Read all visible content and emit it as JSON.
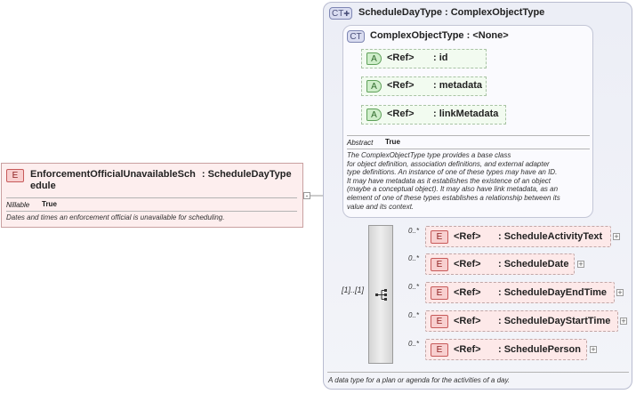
{
  "root_element": {
    "tag": "E",
    "name_line1": "EnforcementOfficialUnavailableSch",
    "name_line2": "edule",
    "type": ": ScheduleDayType",
    "nillable_label": "Nillable",
    "nillable_value": "True",
    "documentation": "Dates and times an enforcement official is unavailable for scheduling.",
    "collapse_symbol": "-"
  },
  "outer_type": {
    "tag": "CT",
    "name": "ScheduleDayType",
    "type": ": ComplexObjectType",
    "documentation": "A data type for a plan or agenda for the activities of a day."
  },
  "base_type": {
    "tag": "CT",
    "name": "ComplexObjectType",
    "type": ": <None>",
    "abstract_label": "Abstract",
    "abstract_value": "True",
    "documentation": [
      "The ComplexObjectType type provides a base class",
      "for object definition, association definitions, and external adapter",
      "type definitions. An instance of one of these types may have an ID.",
      "It may have metadata as it establishes the existence of an object",
      "(maybe a conceptual object). It may also have link metadata, as an",
      "element of one of these types establishes a relationship between its",
      "value and its context."
    ],
    "attributes": [
      {
        "tag": "A",
        "ref": "<Ref>",
        "name": ": id"
      },
      {
        "tag": "A",
        "ref": "<Ref>",
        "name": ": metadata"
      },
      {
        "tag": "A",
        "ref": "<Ref>",
        "name": ": linkMetadata"
      }
    ]
  },
  "sequence": {
    "cardinality": "[1]..[1]"
  },
  "elements": [
    {
      "tag": "E",
      "ref": "<Ref>",
      "name": ": ScheduleActivityText",
      "cardinality": "0..*",
      "expand": "+"
    },
    {
      "tag": "E",
      "ref": "<Ref>",
      "name": ": ScheduleDate",
      "cardinality": "0..*",
      "expand": "+"
    },
    {
      "tag": "E",
      "ref": "<Ref>",
      "name": ": ScheduleDayEndTime",
      "cardinality": "0..*",
      "expand": "+"
    },
    {
      "tag": "E",
      "ref": "<Ref>",
      "name": ": ScheduleDayStartTime",
      "cardinality": "0..*",
      "expand": "+"
    },
    {
      "tag": "E",
      "ref": "<Ref>",
      "name": ": SchedulePerson",
      "cardinality": "0..*",
      "expand": "+"
    }
  ]
}
